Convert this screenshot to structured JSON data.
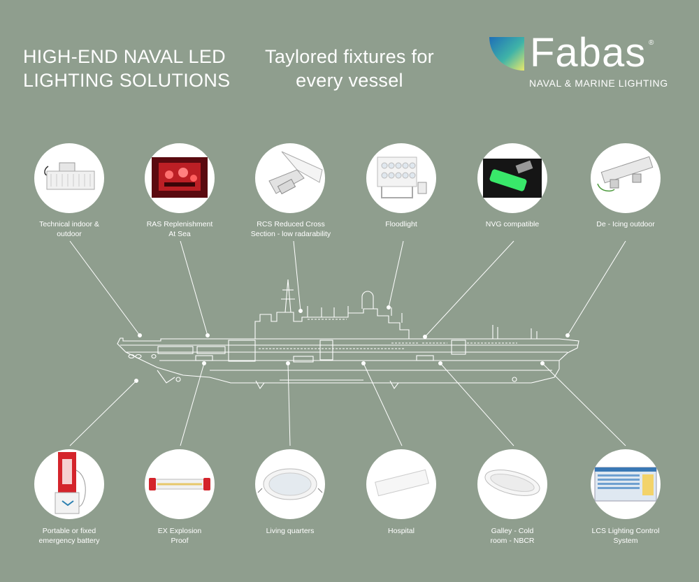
{
  "headline_left": "HIGH-END NAVAL LED\nLIGHTING SOLUTIONS",
  "headline_right": "Taylored fixtures for\nevery vessel",
  "brand": {
    "name": "Fabas",
    "registered": "®",
    "tagline": "NAVAL & MARINE LIGHTING"
  },
  "top_items": [
    {
      "label": "Technical indoor &\noutdoor",
      "icon": "technical-fixture-icon"
    },
    {
      "label": "RAS Replenishment\nAt  Sea",
      "icon": "ras-red-light-photo"
    },
    {
      "label": "RCS Reduced Cross\nSection - low radarability",
      "icon": "rcs-fixture-icon"
    },
    {
      "label": "Floodlight",
      "icon": "floodlight-icon"
    },
    {
      "label": "NVG compatible",
      "icon": "nvg-green-light-photo"
    },
    {
      "label": "De - Icing outdoor",
      "icon": "deicing-fixture-icon"
    }
  ],
  "bottom_items": [
    {
      "label": "Portable or fixed\nemergency battery",
      "icon": "emergency-battery-icon"
    },
    {
      "label": "EX Explosion\nProof",
      "icon": "explosion-proof-tube-icon"
    },
    {
      "label": "Living quarters",
      "icon": "downlight-icon"
    },
    {
      "label": "Hospital",
      "icon": "linear-panel-icon"
    },
    {
      "label": "Galley - Cold\nroom - NBCR",
      "icon": "oval-bulkhead-icon"
    },
    {
      "label": "LCS Lighting Control\nSystem",
      "icon": "control-software-screen-icon"
    }
  ],
  "colors": {
    "background": "#8f9e8e",
    "line": "#ffffff",
    "logo_gradient": [
      "#1f6fb7",
      "#3fb3a8",
      "#e9e86a"
    ],
    "ras_red": "#d4242b",
    "nvg_green": "#39e86a"
  }
}
